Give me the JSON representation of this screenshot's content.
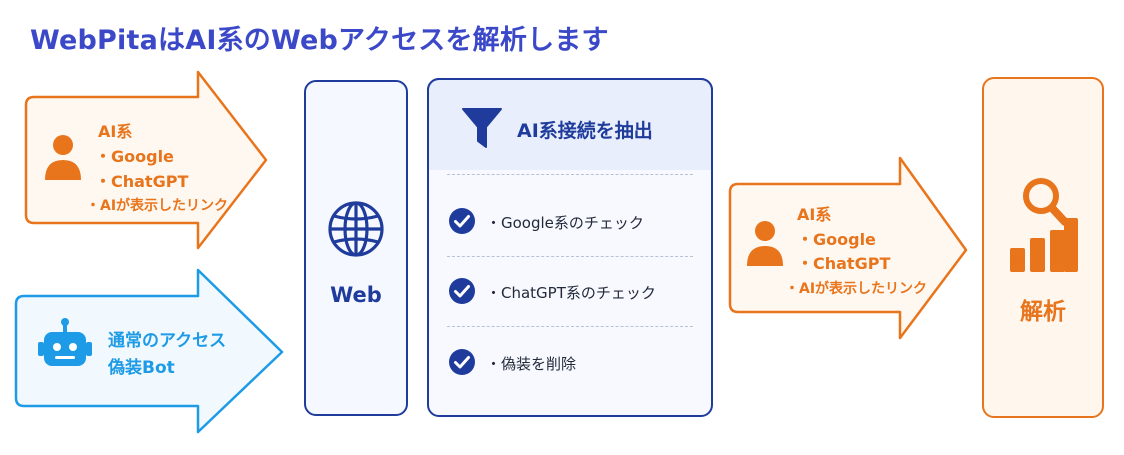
{
  "title": "WebPitaはAI系のWebアクセスを解析します",
  "ai_arrow": {
    "lines": [
      "AI系",
      "・Google",
      "・ChatGPT",
      "・AIが表示したリンク"
    ],
    "icon": "person-icon",
    "color": "#e8741c"
  },
  "normal_arrow": {
    "lines": [
      "通常のアクセス",
      "偽装Bot"
    ],
    "icon": "robot-icon",
    "color": "#1e9be6"
  },
  "web_box": {
    "label": "Web",
    "icon": "globe-icon"
  },
  "extract_box": {
    "title": "AI系接続を抽出",
    "icon": "filter-icon",
    "items": [
      "・Google系のチェック",
      "・ChatGPT系のチェック",
      "・偽装を削除"
    ],
    "item_icon": "check-circle-icon"
  },
  "output_arrow": {
    "lines": [
      "AI系",
      "・Google",
      "・ChatGPT",
      "・AIが表示したリンク"
    ],
    "icon": "person-icon"
  },
  "result_box": {
    "label": "解析",
    "icon": "analytics-chart-icon"
  },
  "colors": {
    "title": "#3b49c9",
    "navy": "#1f3c9c",
    "orange": "#e8741c",
    "blue": "#1e9be6"
  }
}
